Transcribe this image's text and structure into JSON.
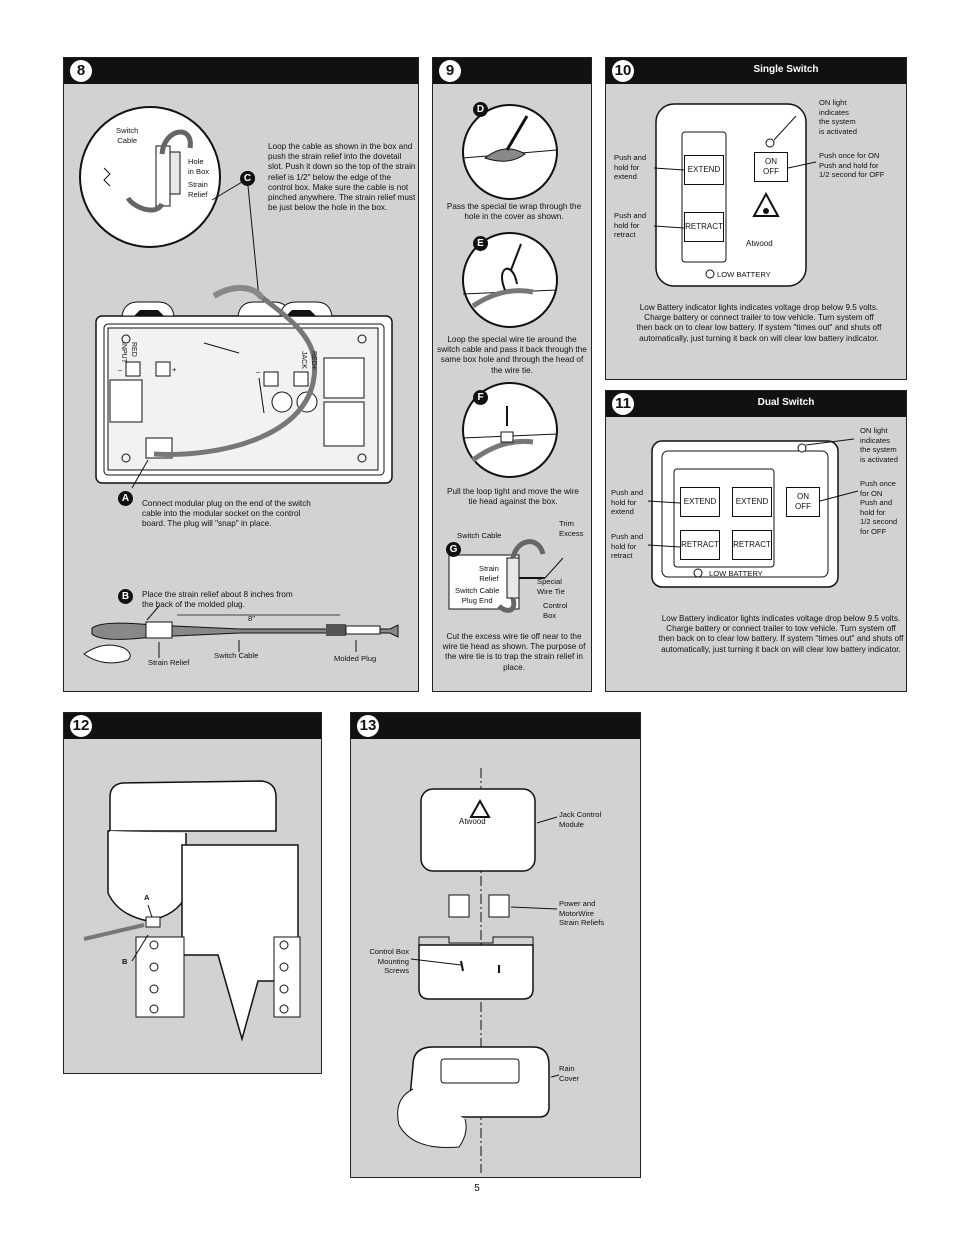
{
  "page_number": "5",
  "panel8": {
    "number": "8",
    "inset_labels": {
      "switch_cable": "Switch\nCable",
      "hole_in_box": "Hole\nin Box",
      "strain_relief": "Strain\nRelief"
    },
    "badge_c": "C",
    "loop_text": "Loop the cable as shown in the box and push the strain relief into the dovetail slot. Push it down so the top of the strain relief is 1/2\" below the edge of the control box. Make sure the cable is not pinched anywhere. The strain relief must be just below the hole in the box.",
    "board_labels": {
      "red_input": "RED\nINPUT",
      "red_jack": "RED\nJACK",
      "minus": "–",
      "plus": "+"
    },
    "badge_a": "A",
    "connect_text": "Connect modular plug on the end of the switch cable into the modular socket on the control board. The plug will \"snap\" in place.",
    "badge_b": "B",
    "place_text": "Place the strain relief about 8 inches from the back of the molded plug.",
    "eight_inch": "8\"",
    "strain_relief_label": "Strain Relief",
    "switch_cable_label": "Switch Cable",
    "molded_plug_label": "Molded Plug"
  },
  "panel9": {
    "number": "9",
    "badge_d": "D",
    "d_text": "Pass the special tie wrap through the hole in the cover as shown.",
    "badge_e": "E",
    "e_text": "Loop the special wire tie around the switch cable and pass it back through the same box hole and through the head of the wire tie.",
    "badge_f": "F",
    "f_text": "Pull the loop tight and move the wire tie head against the box.",
    "badge_g": "G",
    "g_labels": {
      "switch_cable": "Switch Cable",
      "trim_excess": "Trim\nExcess",
      "strain_relief": "Strain\nRelief",
      "special_wire_tie": "Special\nWire Tie",
      "switch_cable_plug_end": "Switch Cable\nPlug End",
      "control_box": "Control\nBox"
    },
    "g_text": "Cut the excess wire tie off near to the wire tie head as shown. The purpose of the wire tie is to trap the strain relief in place."
  },
  "panel10": {
    "number": "10",
    "title": "Single Switch",
    "on_light": "ON light\nindicates\nthe system\nis activated",
    "push_once": "Push once for ON\nPush and hold for\n1/2 second for OFF",
    "push_extend": "Push and\nhold for\nextend",
    "push_retract": "Push and\nhold for\nretract",
    "extend": "EXTEND",
    "retract": "RETRACT",
    "on": "ON",
    "off": "OFF",
    "brand": "Atwood",
    "low_battery": "LOW BATTERY",
    "low_battery_text": "Low Battery indicator lights indicates voltage drop below 9.5 volts. Charge battery or connect trailer to tow vehicle. Turn system off then back on to clear low battery. If system \"times out\" and shuts off automatically, just turning it back on will clear low battery indicator."
  },
  "panel11": {
    "number": "11",
    "title": "Dual Switch",
    "on_light": "ON light\nindicates\nthe system\nis activated",
    "push_once": "Push once\nfor ON\nPush and\nhold for\n1/2 second\nfor OFF",
    "push_extend": "Push and\nhold for\nextend",
    "push_retract": "Push and\nhold for\nretract",
    "extend": "EXTEND",
    "retract": "RETRACT",
    "on": "ON",
    "off": "OFF",
    "low_battery": "LOW BATTERY",
    "low_battery_text": "Low Battery indicator lights indicates voltage drop below 9.5 volts. Charge battery or connect trailer to tow vehicle. Turn system off then back on to clear low battery. If system \"times out\" and shuts off automatically, just turning it back on will clear low battery indicator."
  },
  "panel12": {
    "number": "12",
    "label_a": "A",
    "label_b": "B"
  },
  "panel13": {
    "number": "13",
    "brand": "Atwood",
    "jack_control_module": "Jack Control\nModule",
    "strain_reliefs": "Power and\nMotorWire\nStrain Reliefs",
    "mounting_screws": "Control Box\nMounting\nScrews",
    "rain_cover": "Rain\nCover"
  }
}
